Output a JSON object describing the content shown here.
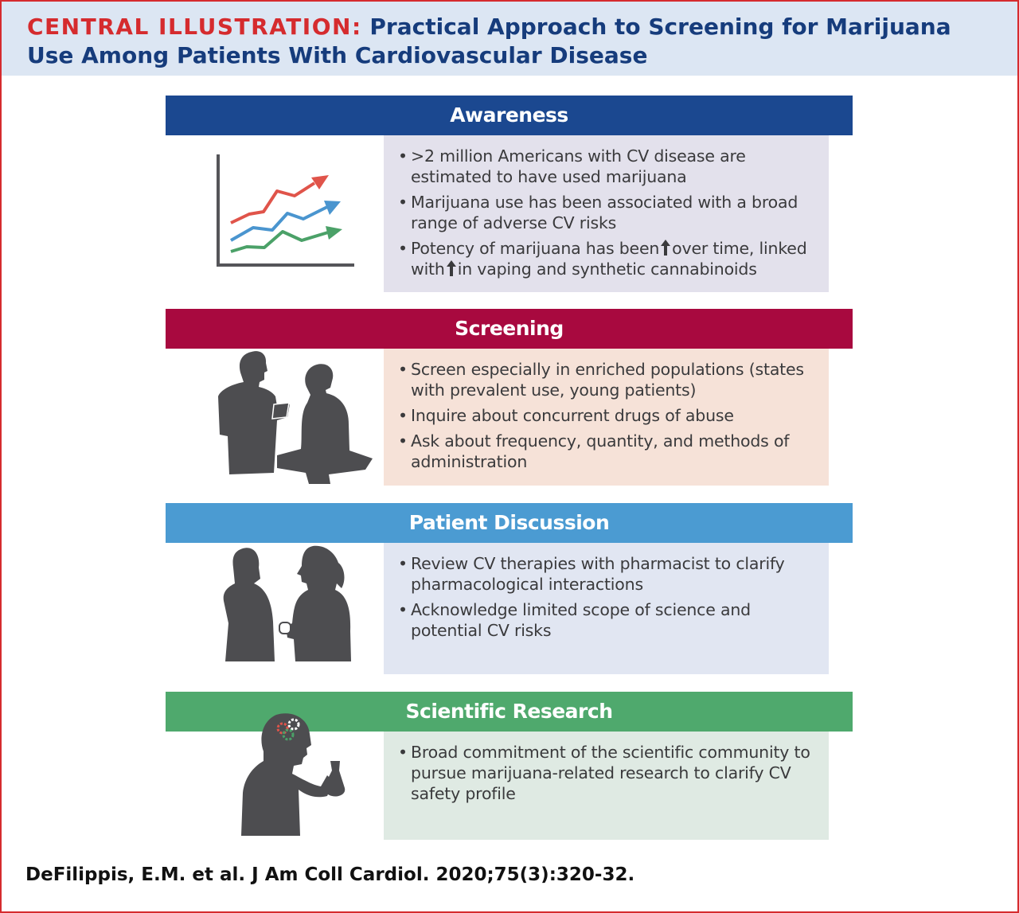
{
  "header": {
    "tag": "CENTRAL ILLUSTRATION:",
    "title": "Practical Approach to Screening for Marijuana Use Among Patients With Cardiovascular Disease"
  },
  "sections": [
    {
      "title": "Awareness",
      "color": "#1b4890",
      "box_color": "#e3e1ec",
      "bullets": [
        ">2 million Americans with CV disease are estimated to have used marijuana",
        "Marijuana use has been associated with a broad range of adverse CV risks"
      ],
      "bullet3_part1": "Potency of marijuana has been",
      "bullet3_part2": "over time, linked with",
      "bullet3_part3": "in vaping and synthetic cannabinoids",
      "icon": "line-chart-icon"
    },
    {
      "title": "Screening",
      "color": "#a8093f",
      "box_color": "#f6e2d8",
      "bullets": [
        "Screen especially in enriched populations (states with prevalent use, young patients)",
        "Inquire about concurrent drugs of abuse",
        "Ask about frequency, quantity, and methods of administration"
      ],
      "icon": "doctor-patient-icon"
    },
    {
      "title": "Patient Discussion",
      "color": "#4b9bd2",
      "box_color": "#e1e6f2",
      "bullets": [
        "Review CV therapies with pharmacist to clarify pharmacological interactions",
        "Acknowledge limited scope of science and potential CV risks"
      ],
      "icon": "pharmacist-patient-icon"
    },
    {
      "title": "Scientific Research",
      "color": "#4fa96d",
      "box_color": "#dfeae3",
      "bullets": [
        "Broad commitment of the scientific community to pursue marijuana-related research to clarify CV safety profile"
      ],
      "icon": "scientist-icon"
    }
  ],
  "citation": "DeFilippis, E.M. et al. J Am Coll Cardiol. 2020;75(3):320-32."
}
